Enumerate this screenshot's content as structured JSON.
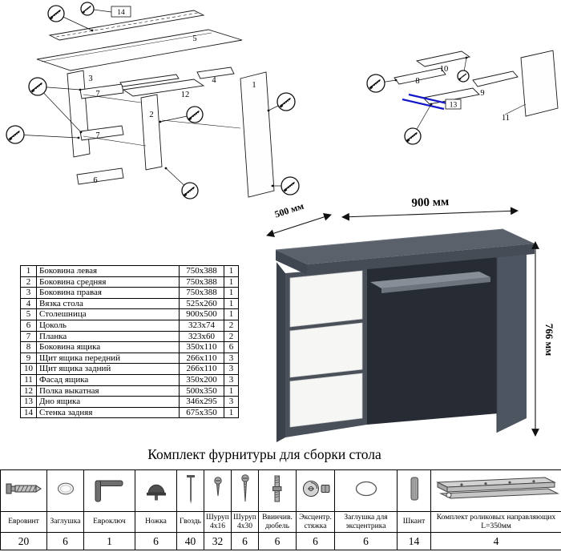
{
  "page": {
    "hardware_title": "Комплект фурнитуры для сборки стола"
  },
  "dimensions": {
    "depth": "500 мм",
    "width": "900 мм",
    "height": "766 мм"
  },
  "diagram_labels": {
    "n1": "1",
    "n2": "2",
    "n3": "3",
    "n4": "4",
    "n5": "5",
    "n6": "6",
    "n7": "7",
    "n8": "8",
    "n9": "9",
    "n10": "10",
    "n11": "11",
    "n12": "12",
    "n13": "13",
    "n14": "14"
  },
  "colors": {
    "desk_body": "#4d545e",
    "desk_top": "#5a616b",
    "drawer_front": "#f6f6f5",
    "guide_line_blue": "#1417c8"
  },
  "parts_table": {
    "rows": [
      {
        "num": "1",
        "name": "Боковина левая",
        "size": "750x388",
        "qty": "1"
      },
      {
        "num": "2",
        "name": "Боковина средняя",
        "size": "750x388",
        "qty": "1"
      },
      {
        "num": "3",
        "name": "Боковина правая",
        "size": "750x388",
        "qty": "1"
      },
      {
        "num": "4",
        "name": "Вязка стола",
        "size": "525x260",
        "qty": "1"
      },
      {
        "num": "5",
        "name": "Столешница",
        "size": "900x500",
        "qty": "1"
      },
      {
        "num": "6",
        "name": "Цоколь",
        "size": "323x74",
        "qty": "2"
      },
      {
        "num": "7",
        "name": "Планка",
        "size": "323x60",
        "qty": "2"
      },
      {
        "num": "8",
        "name": "Боковина ящика",
        "size": "350x110",
        "qty": "6"
      },
      {
        "num": "9",
        "name": "Щит ящика передний",
        "size": "266x110",
        "qty": "3"
      },
      {
        "num": "10",
        "name": "Щит ящика задний",
        "size": "266x110",
        "qty": "3"
      },
      {
        "num": "11",
        "name": "Фасад ящика",
        "size": "350x200",
        "qty": "3"
      },
      {
        "num": "12",
        "name": "Полка выкатная",
        "size": "500x350",
        "qty": "1"
      },
      {
        "num": "13",
        "name": "Дно ящика",
        "size": "346x295",
        "qty": "3"
      },
      {
        "num": "14",
        "name": "Стенка задняя",
        "size": "675x350",
        "qty": "1"
      }
    ]
  },
  "hardware_table": {
    "items": [
      {
        "name": "Евровинт",
        "qty": "20",
        "icon": "confirmat-screw"
      },
      {
        "name": "Заглушка",
        "qty": "6",
        "icon": "cap"
      },
      {
        "name": "Евроключ",
        "qty": "1",
        "icon": "hex-key"
      },
      {
        "name": "Ножка",
        "qty": "6",
        "icon": "foot-glide"
      },
      {
        "name": "Гвоздь",
        "qty": "40",
        "icon": "nail"
      },
      {
        "name": "Шуруп 4x16",
        "qty": "32",
        "icon": "screw-short"
      },
      {
        "name": "Шуруп 4x30",
        "qty": "6",
        "icon": "screw-long"
      },
      {
        "name": "Ввинчив. дюбель",
        "qty": "6",
        "icon": "dowel-screw"
      },
      {
        "name": "Эксцентр. стяжка",
        "qty": "6",
        "icon": "cam-lock"
      },
      {
        "name": "Заглушка для эксцентрика",
        "qty": "6",
        "icon": "cam-cap"
      },
      {
        "name": "Шкант",
        "qty": "14",
        "icon": "wood-dowel"
      },
      {
        "name": "Комплект роликовых направляющих L=350мм",
        "qty": "4",
        "icon": "drawer-slide"
      }
    ]
  }
}
